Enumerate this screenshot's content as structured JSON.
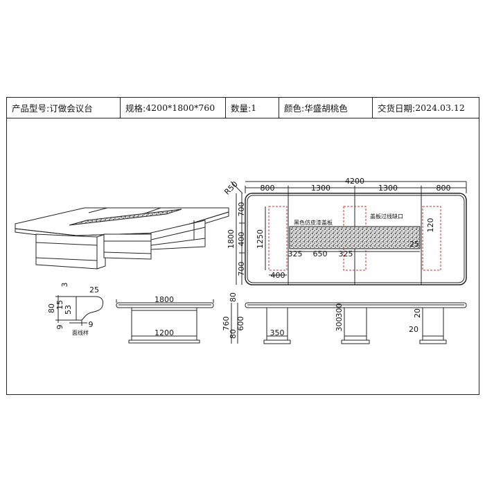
{
  "header": {
    "product_label": "产品型号:",
    "product_value": "订做会议台",
    "spec_label": "规格:",
    "spec_value": "4200*1800*760",
    "qty_label": "数量:",
    "qty_value": "1",
    "color_label": "颜色:",
    "color_value": "华盛胡桃色",
    "date_label": "交货日期:",
    "date_value": "2024.03.12"
  },
  "plan": {
    "radius": "R50",
    "overall_length": "4200",
    "segments": [
      "800",
      "1300",
      "1300",
      "800"
    ],
    "left_dims": [
      "700",
      "400",
      "700"
    ],
    "overall_width": "1800",
    "cutout_height": "1250",
    "cutout_width": "400",
    "strip_label": "黑色仿皮漆盖板",
    "cover_label": "盖板过线缺口",
    "strip_segments": [
      "325",
      "650",
      "325"
    ],
    "small_120": "120",
    "small_25": "25"
  },
  "section": {
    "d25": "25",
    "d3": "3",
    "d80": "80",
    "d15": "15",
    "d53": "53",
    "d9a": "9",
    "d9b": "9",
    "caption": "面线样"
  },
  "side_elev": {
    "top": "1800",
    "bottom": "1200"
  },
  "front_elev": {
    "d80": "80",
    "d760": "760",
    "d80b": "80",
    "d600": "600",
    "d350": "350",
    "d300a": "300",
    "d300b": "300",
    "d20a": "20",
    "d20b": "20"
  }
}
